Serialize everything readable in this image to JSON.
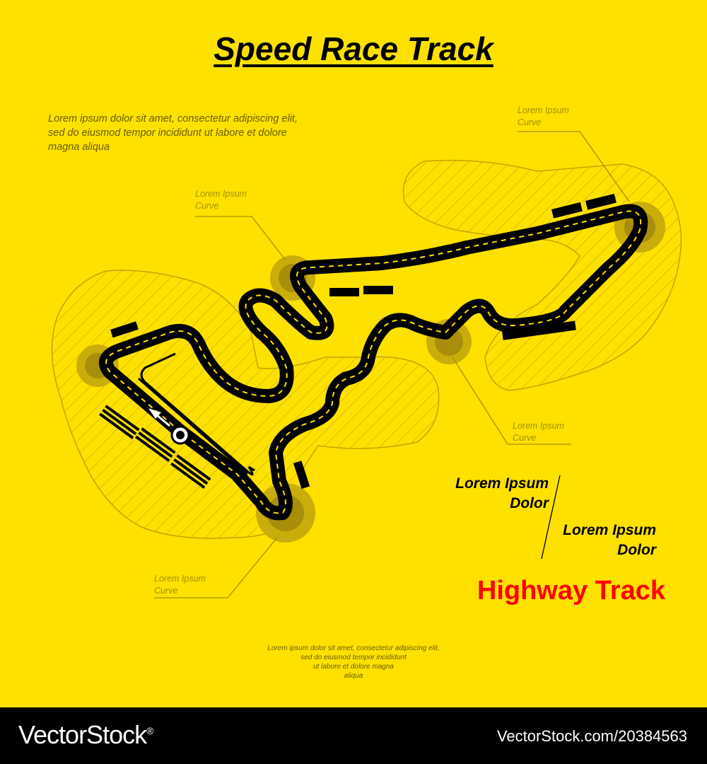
{
  "title": "Speed Race Track",
  "intro": [
    "Lorem ipsum dolor sit amet, consectetur adipiscing elit,",
    "sed do eiusmod tempor incididunt ut labore et dolore",
    "magna aliqua"
  ],
  "callouts": [
    {
      "line1": "Lorem Ipsum",
      "line2": "Curve"
    },
    {
      "line1": "Lorem Ipsum",
      "line2": "Curve"
    },
    {
      "line1": "Lorem Ipsum",
      "line2": "Curve"
    },
    {
      "line1": "Lorem Ipsum",
      "line2": "Curve"
    }
  ],
  "labels": [
    {
      "line1": "Lorem Ipsum",
      "line2": "Dolor"
    },
    {
      "line1": "Lorem Ipsum",
      "line2": "Dolor"
    }
  ],
  "subtitle": "Highway Track",
  "footnote": [
    "Lorem ipsum dolor sit amet, consectetur adipiscing elit,",
    "sed do eiusmod tempor incididunt",
    "ut labore et dolore magna",
    "aliqua"
  ],
  "watermark": {
    "brand": "VectorStock",
    "registered": "®",
    "id": "VectorStock.com/20384563"
  },
  "colors": {
    "background": "#ffe100",
    "track": "#000000",
    "center_line": "#ffe100",
    "hatch": "#bfa300",
    "subtitle": "#ff0000"
  },
  "icons": {
    "start": "start-marker-icon",
    "direction": "direction-arrow-icon"
  }
}
